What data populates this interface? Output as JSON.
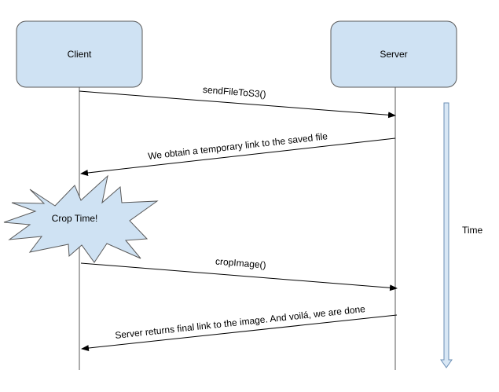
{
  "participants": {
    "client": "Client",
    "server": "Server"
  },
  "messages": [
    {
      "label": "sendFileToS3()",
      "from": "client",
      "to": "server"
    },
    {
      "label": "We obtain a temporary  link to the saved file",
      "from": "server",
      "to": "client"
    },
    {
      "label": "cropImage()",
      "from": "client",
      "to": "server"
    },
    {
      "label": "Server returns final link to the image. And voilá, we are done",
      "from": "server",
      "to": "client"
    }
  ],
  "event": {
    "label": "Crop Time!"
  },
  "time_axis": {
    "label": "Time"
  },
  "colors": {
    "box_fill": "#cfe2f3",
    "box_stroke": "#595959",
    "line": "#000000",
    "arrow_fill": "#d8e7f5"
  }
}
